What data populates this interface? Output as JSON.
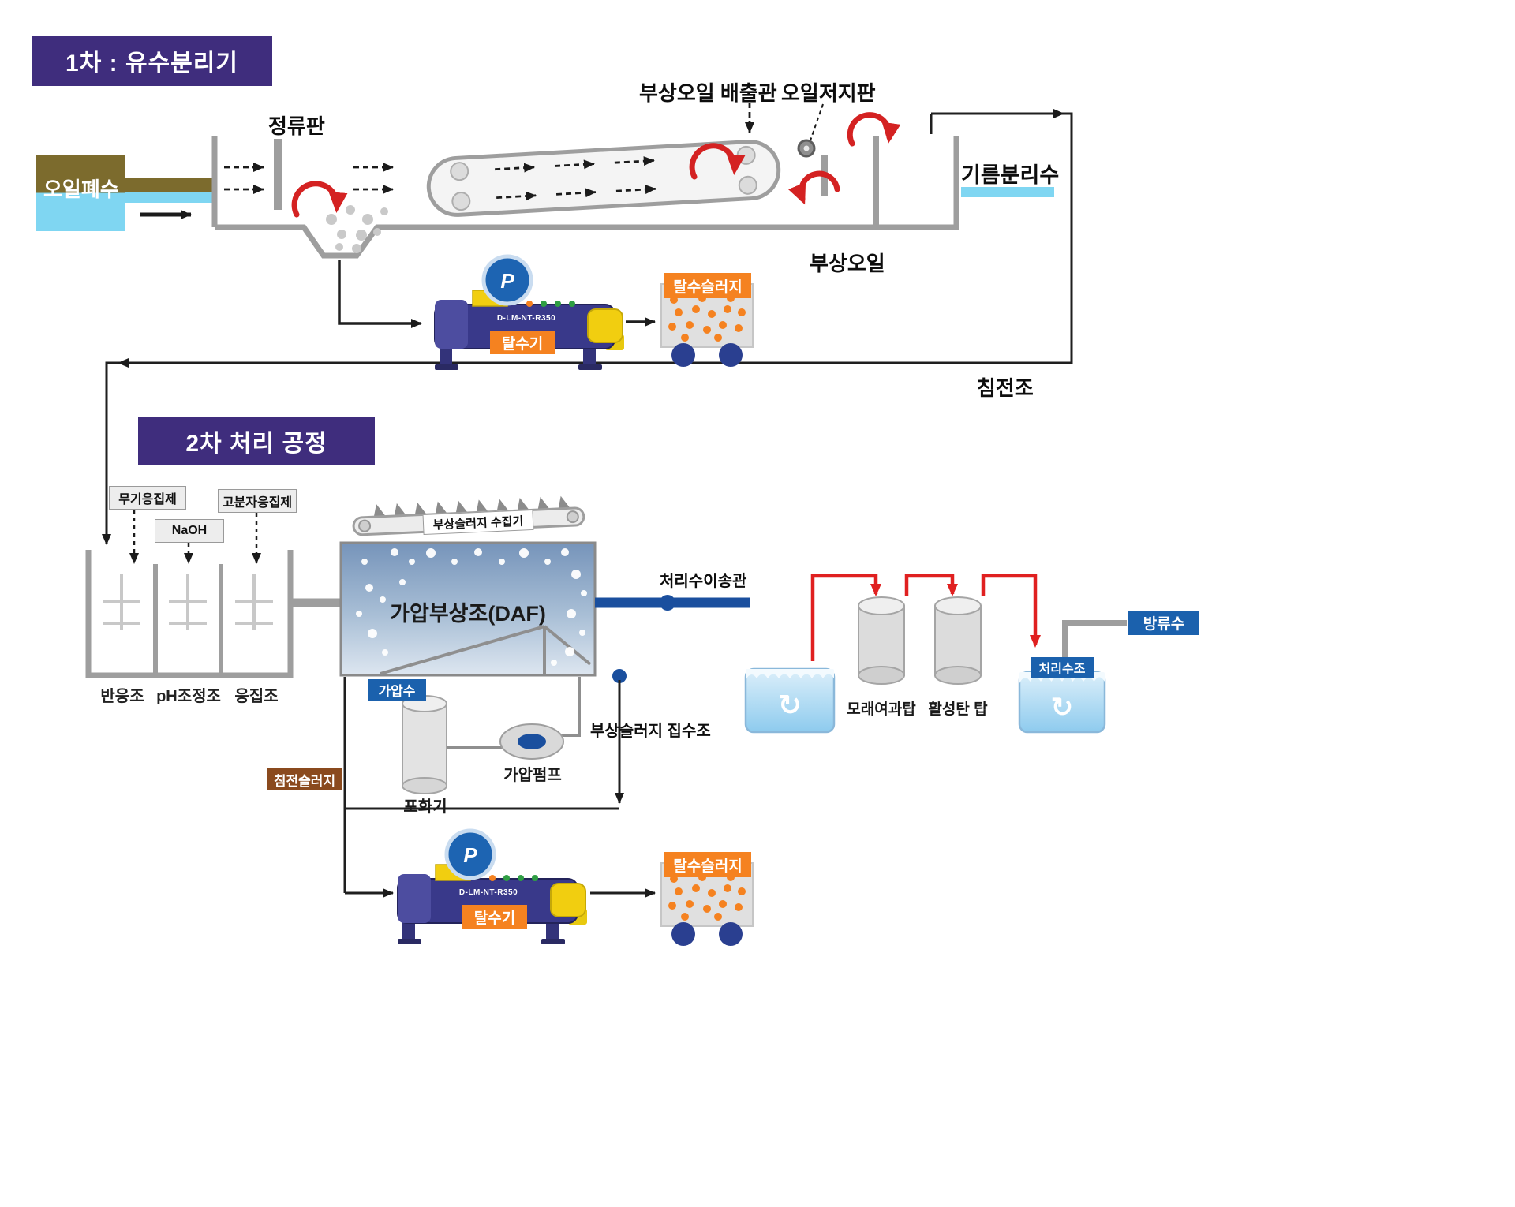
{
  "icons": {
    "recycle": "↻"
  },
  "colors": {
    "purple_header": "#3F2D7D",
    "orange_label": "#F58220",
    "blue_label": "#1B61AD",
    "brown_label": "#8A4A1E",
    "cyan_water": "#7FD6F2",
    "oil_brown": "#7C6B2D",
    "pipe_gray": "#9E9E9E",
    "red_arrow": "#D42222",
    "blue_pipe": "#1A4F9E",
    "machine_navy": "#39398A",
    "machine_yellow": "#F1CE10"
  },
  "primary": {
    "title": "1차 : 유수분리기",
    "oil_wastewater": "오일폐수",
    "rectifier_plate": "정류판",
    "floating_oil_discharge_pipe": "부상오일 배출관",
    "oil_barrier_plate": "오일저지판",
    "oil_separated_water": "기름분리수",
    "floating_oil": "부상오일",
    "sedimentation_tank": "침전조"
  },
  "machine": {
    "model": "D-LM-NT-R350",
    "dehydrator_label": "탈수기",
    "dewatered_sludge_label": "탈수슬러지",
    "logo_letter": "P"
  },
  "secondary": {
    "title": "2차 처리 공정",
    "inorganic_coagulant": "무기응집제",
    "naoh": "NaOH",
    "polymer_coagulant": "고분자응집제",
    "floating_sludge_collector": "부상슬러지 수집기",
    "daf_tank": "가압부상조(DAF)",
    "treated_water_pipe": "처리수이송관",
    "reaction_tank": "반응조",
    "ph_adjust_tank": "pH조정조",
    "coagulation_tank": "응집조",
    "pressurized_water": "가압수",
    "saturator": "포화기",
    "pressure_pump": "가압펌프",
    "floating_sludge_sump": "부상슬러지 집수조",
    "settled_sludge": "침전슬러지",
    "sand_filter_tower": "모래여과탑",
    "activated_carbon_tower": "활성탄 탑",
    "treated_water_tank": "처리수조",
    "discharge_water": "방류수"
  }
}
